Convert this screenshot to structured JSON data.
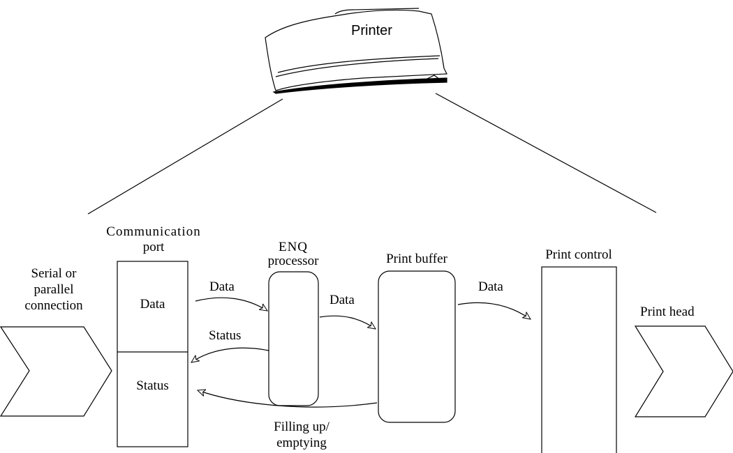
{
  "printer": {
    "label": "Printer"
  },
  "input": {
    "label_line1": "Serial or",
    "label_line2": "parallel",
    "label_line3": "connection"
  },
  "comm_port": {
    "title_line1": "Communication",
    "title_line2": "port",
    "data_label": "Data",
    "status_label": "Status"
  },
  "enq": {
    "title_line1": "ENQ",
    "title_line2": "processor"
  },
  "buffer": {
    "title": "Print buffer"
  },
  "control": {
    "title": "Print control"
  },
  "head": {
    "label": "Print head"
  },
  "arrows": {
    "data_to_enq": "Data",
    "status_from_enq": "Status",
    "data_to_buffer": "Data",
    "data_to_control": "Data",
    "fill_line1": "Filling up/",
    "fill_line2": "emptying"
  }
}
